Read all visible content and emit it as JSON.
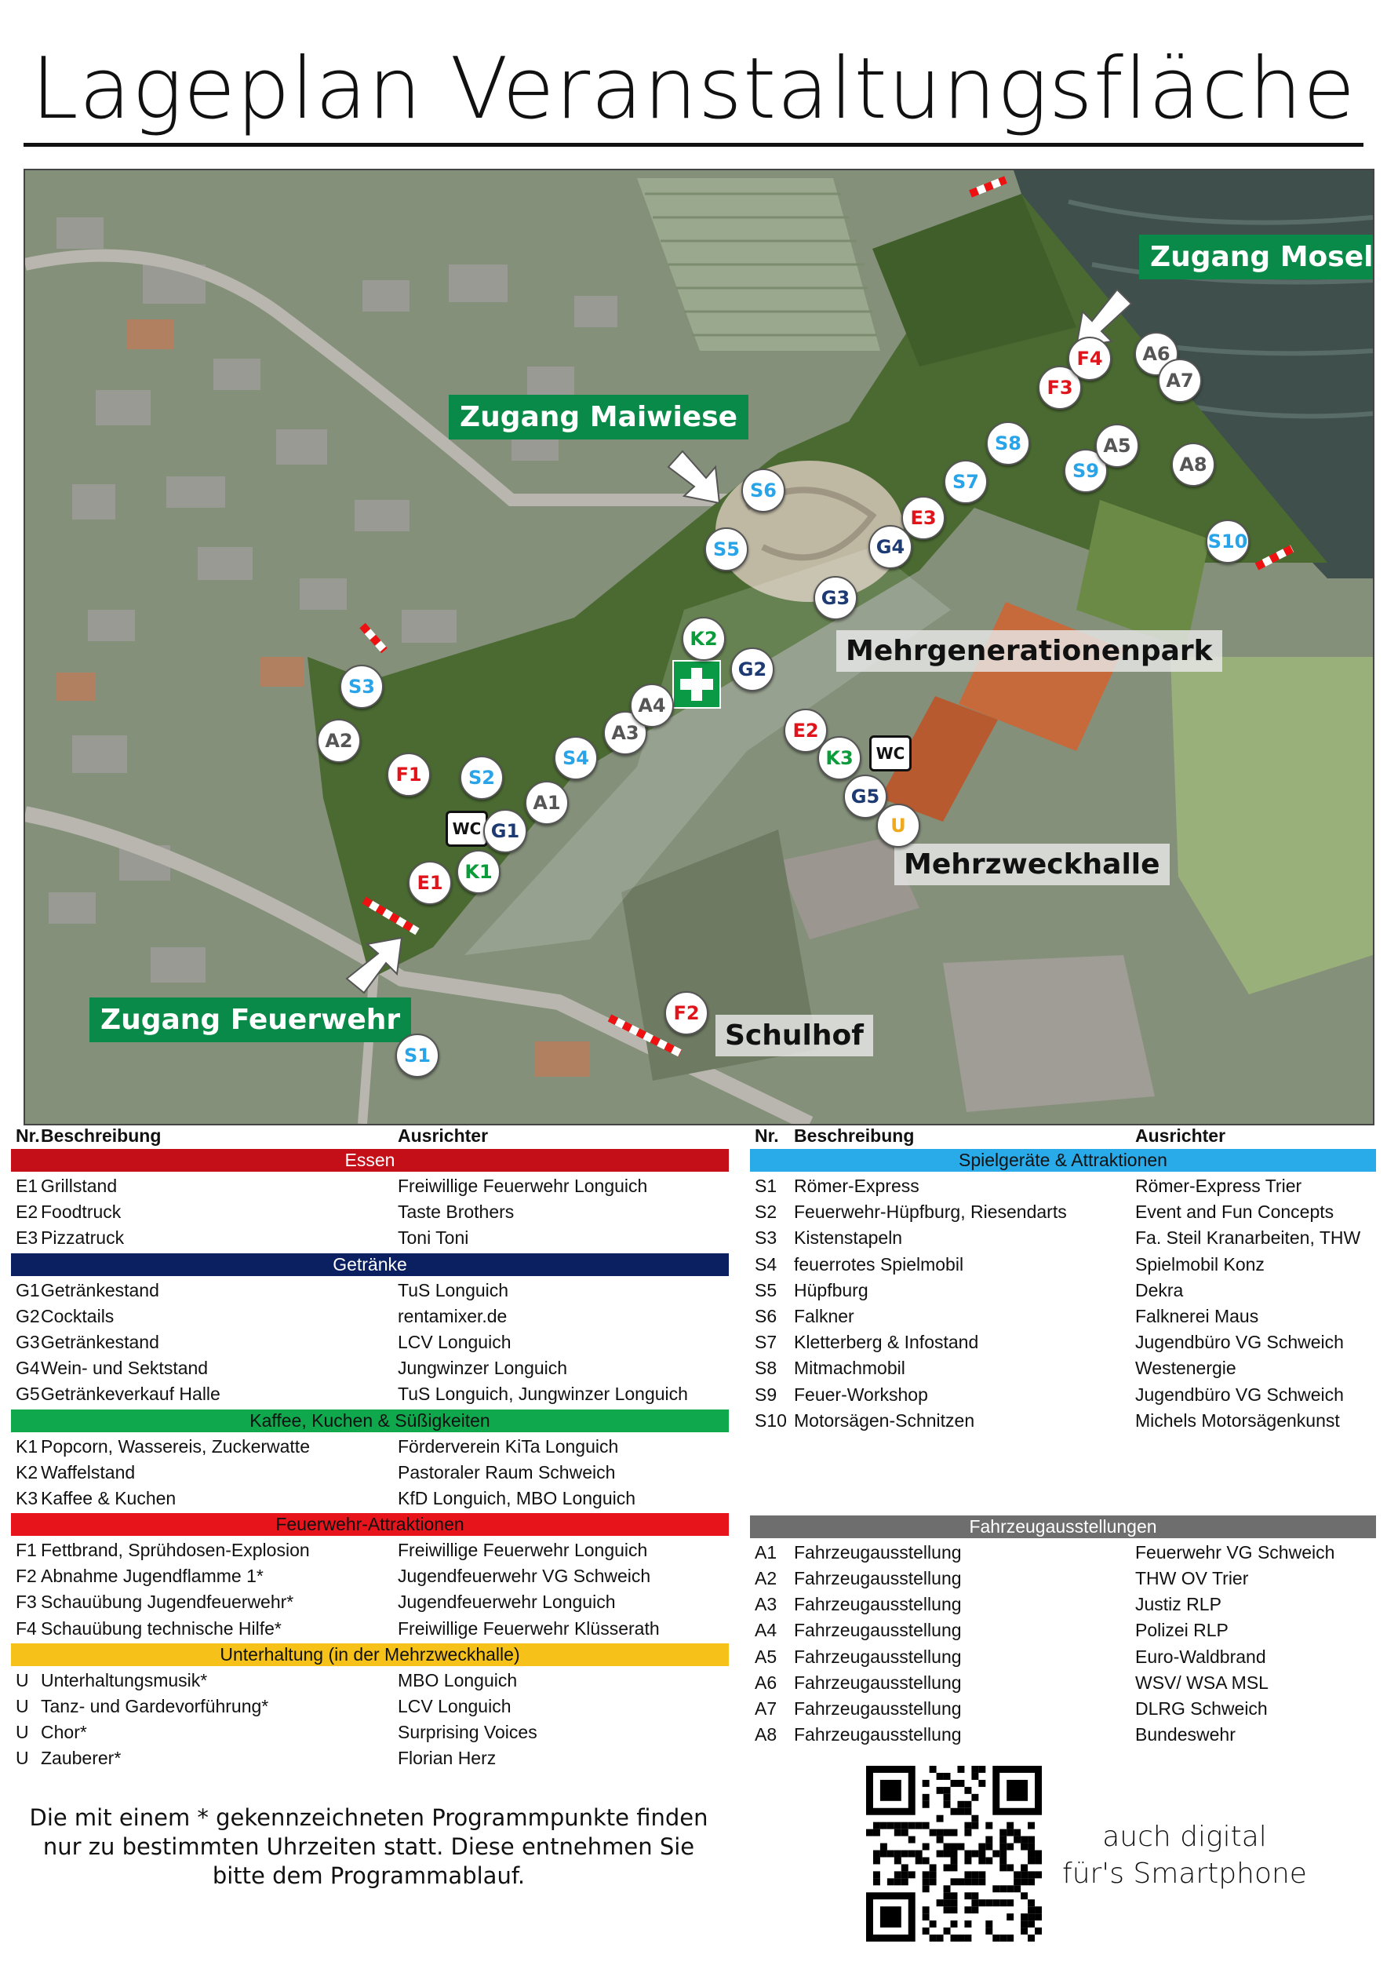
{
  "title": "Lageplan Veranstaltungsfläche",
  "map": {
    "access_labels": [
      {
        "id": "mosel",
        "text": "Zugang Mosel"
      },
      {
        "id": "maiwiese",
        "text": "Zugang Maiwiese"
      },
      {
        "id": "feuerwehr",
        "text": "Zugang Feuerwehr"
      }
    ],
    "area_labels": [
      {
        "id": "mehrgenerationenpark",
        "text": "Mehrgenerationenpark"
      },
      {
        "id": "mehrzweckhalle",
        "text": "Mehrzweckhalle"
      },
      {
        "id": "schulhof",
        "text": "Schulhof"
      }
    ],
    "wc_label": "WC",
    "markers": [
      "E1",
      "E2",
      "E3",
      "F1",
      "F2",
      "F3",
      "F4",
      "G1",
      "G2",
      "G3",
      "G4",
      "G5",
      "K1",
      "K2",
      "K3",
      "S1",
      "S2",
      "S3",
      "S4",
      "S5",
      "S6",
      "S7",
      "S8",
      "S9",
      "S10",
      "A1",
      "A2",
      "A3",
      "A4",
      "A5",
      "A6",
      "A7",
      "A8",
      "U"
    ],
    "colors": {
      "essen": "#c40f18",
      "getraenke": "#0b2060",
      "kaffee": "#10a84c",
      "feuerwehr": "#e8141c",
      "unterhaltung": "#f6c21a",
      "spiel": "#29abe9",
      "fahrzeug": "#6e6e6e",
      "zugang": "#0a8a48"
    }
  },
  "legend_left": {
    "header": {
      "nr": "Nr.",
      "beschreibung": "Beschreibung",
      "ausrichter": "Ausrichter"
    },
    "categories": [
      {
        "title": "Essen",
        "color": "#c40f18",
        "text_color": "#ffffff",
        "items": [
          {
            "nr": "E1",
            "desc": "Grillstand",
            "org": "Freiwillige Feuerwehr Longuich"
          },
          {
            "nr": "E2",
            "desc": "Foodtruck",
            "org": "Taste Brothers"
          },
          {
            "nr": "E3",
            "desc": "Pizzatruck",
            "org": "Toni Toni"
          }
        ]
      },
      {
        "title": "Getränke",
        "color": "#0b2060",
        "text_color": "#ffffff",
        "items": [
          {
            "nr": "G1",
            "desc": "Getränkestand",
            "org": "TuS Longuich"
          },
          {
            "nr": "G2",
            "desc": "Cocktails",
            "org": "rentamixer.de"
          },
          {
            "nr": "G3",
            "desc": "Getränkestand",
            "org": "LCV Longuich"
          },
          {
            "nr": "G4",
            "desc": "Wein- und Sektstand",
            "org": "Jungwinzer Longuich"
          },
          {
            "nr": "G5",
            "desc": "Getränkeverkauf Halle",
            "org": "TuS Longuich, Jungwinzer Longuich"
          }
        ]
      },
      {
        "title": "Kaffee, Kuchen & Süßigkeiten",
        "color": "#10a84c",
        "text_color": "#111111",
        "items": [
          {
            "nr": "K1",
            "desc": "Popcorn, Wassereis, Zuckerwatte",
            "org": "Förderverein KiTa Longuich"
          },
          {
            "nr": "K2",
            "desc": "Waffelstand",
            "org": "Pastoraler Raum Schweich"
          },
          {
            "nr": "K3",
            "desc": "Kaffee & Kuchen",
            "org": "KfD Longuich, MBO Longuich"
          }
        ]
      },
      {
        "title": "Feuerwehr-Attraktionen",
        "color": "#e8141c",
        "text_color": "#111111",
        "items": [
          {
            "nr": "F1",
            "desc": "Fettbrand, Sprühdosen-Explosion",
            "org": "Freiwillige Feuerwehr Longuich"
          },
          {
            "nr": "F2",
            "desc": "Abnahme Jugendflamme 1*",
            "org": "Jugendfeuerwehr VG Schweich"
          },
          {
            "nr": "F3",
            "desc": "Schauübung Jugendfeuerwehr*",
            "org": "Jugendfeuerwehr Longuich"
          },
          {
            "nr": "F4",
            "desc": "Schauübung technische Hilfe*",
            "org": "Freiwillige Feuerwehr Klüsserath"
          }
        ]
      },
      {
        "title": "Unterhaltung (in der Mehrzweckhalle)",
        "color": "#f6c21a",
        "text_color": "#111111",
        "items": [
          {
            "nr": "U",
            "desc": "Unterhaltungsmusik*",
            "org": "MBO Longuich"
          },
          {
            "nr": "U",
            "desc": "Tanz- und Gardevorführung*",
            "org": "LCV Longuich"
          },
          {
            "nr": "U",
            "desc": "Chor*",
            "org": "Surprising Voices"
          },
          {
            "nr": "U",
            "desc": "Zauberer*",
            "org": "Florian Herz"
          }
        ]
      }
    ]
  },
  "legend_right": {
    "header": {
      "nr": "Nr.",
      "beschreibung": "Beschreibung",
      "ausrichter": "Ausrichter"
    },
    "categories": [
      {
        "title": "Spielgeräte & Attraktionen",
        "color": "#29abe9",
        "text_color": "#111111",
        "items": [
          {
            "nr": "S1",
            "desc": "Römer-Express",
            "org": "Römer-Express Trier"
          },
          {
            "nr": "S2",
            "desc": "Feuerwehr-Hüpfburg, Riesendarts",
            "org": "Event and Fun Concepts"
          },
          {
            "nr": "S3",
            "desc": "Kistenstapeln",
            "org": "Fa. Steil Kranarbeiten, THW"
          },
          {
            "nr": "S4",
            "desc": "feuerrotes Spielmobil",
            "org": "Spielmobil Konz"
          },
          {
            "nr": "S5",
            "desc": "Hüpfburg",
            "org": "Dekra"
          },
          {
            "nr": "S6",
            "desc": "Falkner",
            "org": "Falknerei Maus"
          },
          {
            "nr": "S7",
            "desc": "Kletterberg & Infostand",
            "org": "Jugendbüro VG Schweich"
          },
          {
            "nr": "S8",
            "desc": "Mitmachmobil",
            "org": "Westenergie"
          },
          {
            "nr": "S9",
            "desc": "Feuer-Workshop",
            "org": "Jugendbüro VG Schweich"
          },
          {
            "nr": "S10",
            "desc": "Motorsägen-Schnitzen",
            "org": "Michels Motorsägenkunst"
          }
        ]
      },
      {
        "title": "Fahrzeugausstellungen",
        "color": "#6e6e6e",
        "text_color": "#ffffff",
        "items": [
          {
            "nr": "A1",
            "desc": "Fahrzeugausstellung",
            "org": "Feuerwehr VG Schweich"
          },
          {
            "nr": "A2",
            "desc": "Fahrzeugausstellung",
            "org": "THW OV Trier"
          },
          {
            "nr": "A3",
            "desc": "Fahrzeugausstellung",
            "org": "Justiz RLP"
          },
          {
            "nr": "A4",
            "desc": "Fahrzeugausstellung",
            "org": "Polizei RLP"
          },
          {
            "nr": "A5",
            "desc": "Fahrzeugausstellung",
            "org": "Euro-Waldbrand"
          },
          {
            "nr": "A6",
            "desc": "Fahrzeugausstellung",
            "org": "WSV/ WSA MSL"
          },
          {
            "nr": "A7",
            "desc": "Fahrzeugausstellung",
            "org": "DLRG Schweich"
          },
          {
            "nr": "A8",
            "desc": "Fahrzeugausstellung",
            "org": "Bundeswehr"
          }
        ]
      }
    ]
  },
  "footnote": "Die mit einem * gekennzeichneten Programmpunkte finden nur zu bestimmten Uhrzeiten statt. Diese entnehmen Sie bitte dem Programmablauf.",
  "digital_note": {
    "line1": "auch digital",
    "line2": "für's Smartphone"
  }
}
